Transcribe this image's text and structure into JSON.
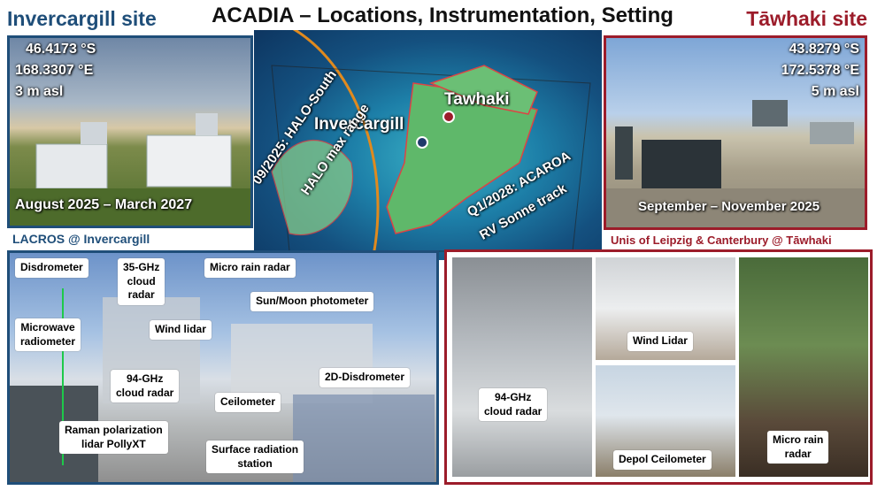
{
  "title": "ACADIA – Locations, Instrumentation, Setting",
  "invercargill": {
    "heading": "Invercargill site",
    "lat": "46.4173 °S",
    "lon": "168.3307 °E",
    "alt": "3 m asl",
    "period": "August 2025 – March 2027",
    "caption": "LACROS @ Invercargill",
    "color": "#1f4e79"
  },
  "tawhaki": {
    "heading": "Tāwhaki site",
    "lat": "43.8279 °S",
    "lon": "172.5378 °E",
    "alt": "5 m asl",
    "period": "September – November 2025",
    "caption": "Unis of Leipzig & Canterbury @ Tāwhaki",
    "color": "#9c1c2a"
  },
  "map": {
    "label_invercargill": "Invercargill",
    "label_tawhaki": "Tawhaki",
    "halo_south": "09/2025: HALO-South",
    "halo_range": "HALO max range",
    "acaroa": "Q1/2028: ACAROA",
    "sonne": "RV Sonne track"
  },
  "lacros_labels": {
    "disdrometer": "Disdrometer",
    "cloud_radar_35": [
      "35-GHz",
      "cloud",
      "radar"
    ],
    "micro_rain_radar": "Micro rain radar",
    "photometer": "Sun/Moon photometer",
    "mwr": [
      "Microwave",
      "radiometer"
    ],
    "wind_lidar": "Wind lidar",
    "disdrometer_2d": "2D-Disdrometer",
    "cloud_radar_94": [
      "94-GHz",
      "cloud radar"
    ],
    "ceilometer": "Ceilometer",
    "raman": [
      "Raman polarization",
      "lidar PollyXT"
    ],
    "surface_radiation": [
      "Surface radiation",
      "station"
    ]
  },
  "unis_labels": {
    "cloud_radar_94": [
      "94-GHz",
      "cloud radar"
    ],
    "wind_lidar": "Wind Lidar",
    "depol_ceilometer": "Depol Ceilometer",
    "micro_rain_radar": [
      "Micro rain",
      "radar"
    ]
  }
}
